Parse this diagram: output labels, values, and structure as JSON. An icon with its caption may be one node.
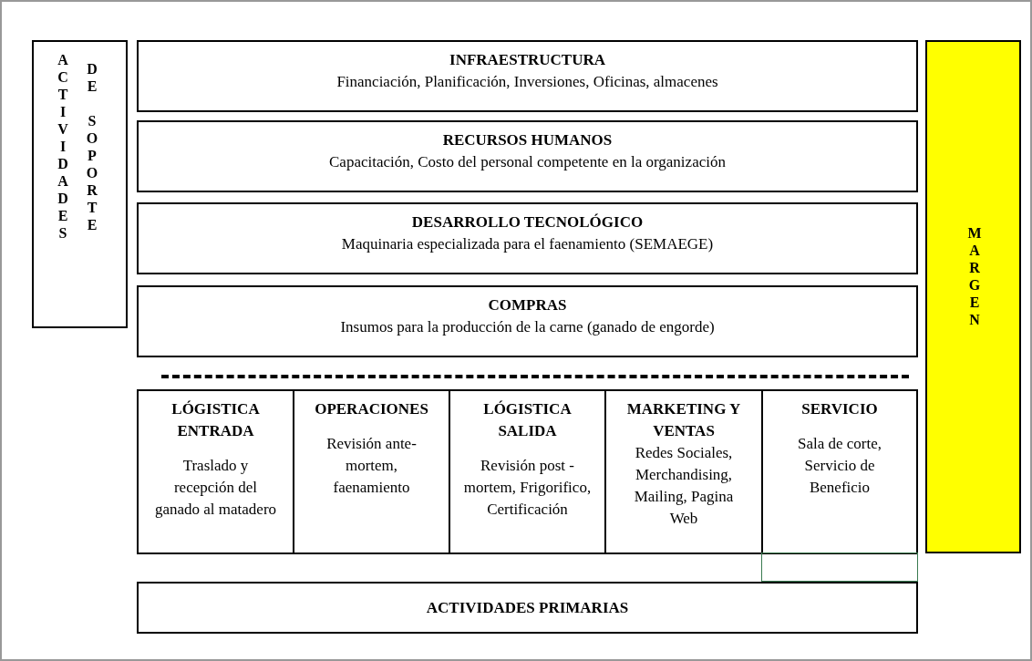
{
  "diagram": {
    "nodes": [
      {
        "text": [
          "ACTIVIDADES",
          "DE SOPORTE"
        ]
      },
      {
        "text": [
          "INFRAESTRUCTURA",
          "Financiación, Planificación, Inversiones, Oficinas, almacenes"
        ]
      },
      {
        "text": [
          "RECURSOS HUMANOS",
          "Capacitación, Costo del personal competente en la organización"
        ]
      },
      {
        "text": [
          "DESARROLLO TECNOLÓGICO",
          "Maquinaria especializada para el faenamiento (SEMAEGE)"
        ]
      },
      {
        "text": [
          "COMPRAS",
          "Insumos para la producción de la carne (ganado de engorde)"
        ]
      },
      {
        "text": [
          "MARGEN"
        ]
      },
      {
        "text": [
          "LÓGISTICA ENTRADA",
          "Traslado y recepción del ganado al matadero"
        ]
      },
      {
        "text": [
          "OPERACIONES",
          "Revisión ante-mortem, faenamiento"
        ]
      },
      {
        "text": [
          "LÓGISTICA SALIDA",
          "Revisión post - mortem, Frigorifico, Certificación"
        ]
      },
      {
        "text": [
          "MARKETING Y VENTAS",
          "Redes Sociales, Merchandising, Mailing, Pagina Web"
        ]
      },
      {
        "text": [
          "SERVICIO",
          "Sala de corte, Servicio de Beneficio"
        ]
      },
      {
        "text": [],
        "shape": "box"
      },
      {
        "text": [
          "ACTIVIDADES PRIMARIAS"
        ]
      }
    ],
    "edges": []
  }
}
